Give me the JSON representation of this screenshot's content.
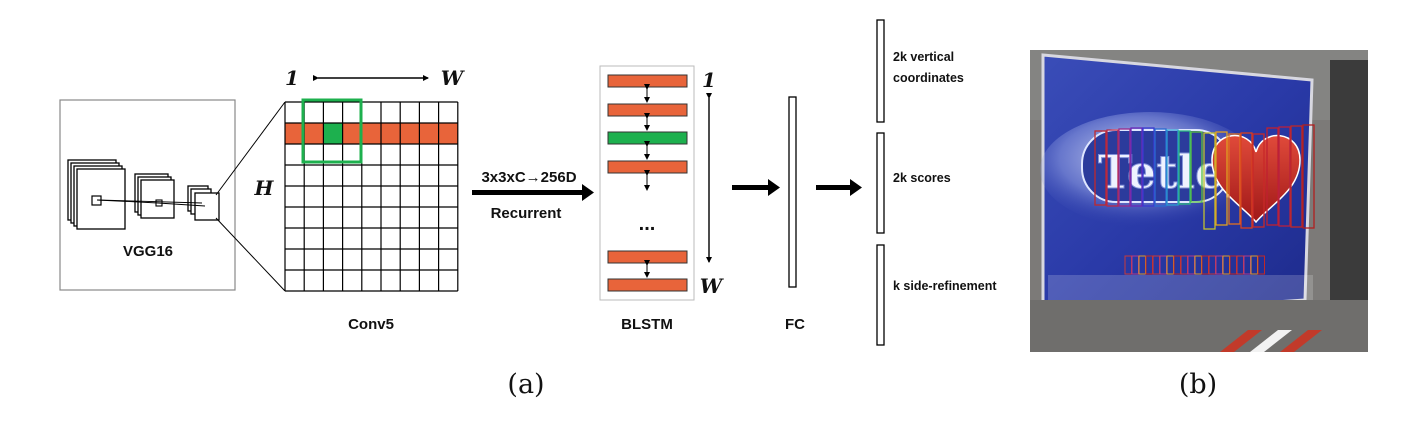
{
  "diagram": {
    "vgg_label": "VGG16",
    "conv_axis_start": "1",
    "conv_axis_end": "W",
    "conv_height_label": "H",
    "conv_label": "Conv5",
    "op_label": "3x3xC→256D",
    "op_sublabel": "Recurrent",
    "blstm_dots": "...",
    "blstm_label": "BLSTM",
    "blstm_axis_start": "1",
    "blstm_axis_end": "W",
    "fc_label": "FC",
    "outputs": [
      "2k vertical coordinates",
      "2k scores",
      "k side-refinement"
    ],
    "output_line1": "2k vertical",
    "output_line2": "coordinates",
    "caption_a": "(a)",
    "caption_b": "(b)",
    "photo_text": "Tetley",
    "colors": {
      "orange": "#E8643A",
      "green": "#1DB04E",
      "grid": "#000000"
    }
  }
}
